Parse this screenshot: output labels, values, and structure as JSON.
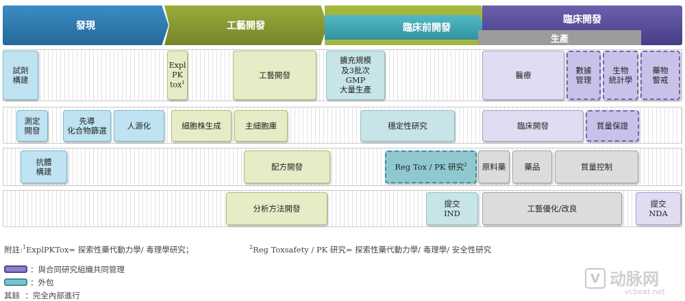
{
  "phases": {
    "discovery": "發現",
    "process": "工藝開發",
    "preclinical": "臨床前開發",
    "clinical": "臨床開發",
    "production": "生產"
  },
  "boxes": {
    "reagent": "試劑\n構建",
    "explpk": "Expl\nPK\ntox",
    "explpk_sup": "1",
    "process_dev": "工藝開發",
    "scaleup": "擴充規模\n及3批次\nGMP\n大量生產",
    "medical": "醫療",
    "datamgmt": "數據\n管理",
    "biostat": "生物\n統計學",
    "pharmacov": "藥物\n警戒",
    "assay": "測定\n開發",
    "lead": "先導\n化合物篩選",
    "humanize": "人源化",
    "cellline": "細胞株生成",
    "mcb": "主細胞庫",
    "stability": "穩定性研究",
    "clinical_dev": "臨床開發",
    "qa": "質量保證",
    "antibody": "抗體\n構建",
    "formulation": "配方開發",
    "regtox": "Reg Tox / PK 研究",
    "regtox_sup": "2",
    "api": "原料藥",
    "drug": "藥品",
    "qc": "質量控制",
    "analytical": "分析方法開發",
    "ind": "提交\nIND",
    "process_opt": "工藝優化/改良",
    "nda": "提交\nNDA"
  },
  "footnotes": {
    "note1_prefix": "附註:",
    "note1_sup": "1",
    "note1_text": "ExplPKTox= 探索性藥代動力學/ 毒理學研究；",
    "note2_sup": "2",
    "note2_text": "Reg Toxsafety / PK 研究= 探索性藥代動力學/ 毒理學/ 安全性研究"
  },
  "legend": {
    "purple": "：與合同研究組織共同管理",
    "teal": "：外包",
    "other_label": "其餘",
    "other_text": "：完全內部進行"
  },
  "watermark": {
    "brand": "动脉网",
    "url": "vcbeat.net"
  },
  "colors": {
    "discovery": "#2e7ab0",
    "process": "#8b9930",
    "preclinical": "#3fa6b3",
    "clinical": "#5a4f9c",
    "production": "#9c9c9c"
  }
}
